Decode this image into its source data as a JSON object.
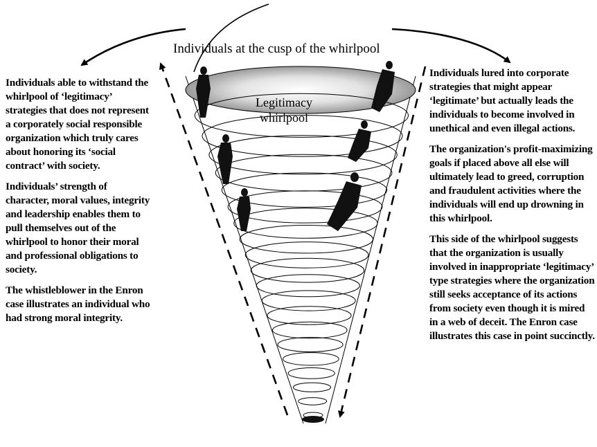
{
  "title": "Individuals at the cusp of the whirlpool",
  "whirlpool_label": [
    "Legitimacy",
    "whirlpool"
  ],
  "left_column": [
    "Individuals able to withstand the whirlpool of ‘legitimacy’ strategies that does not represent a corporately social responsible organization which truly cares about honoring its ‘social contract’ with society.",
    "Individuals’ strength of character, moral values, integrity and leadership enables them to pull themselves out of the whirlpool to honor their moral and professional obligations to society.",
    "The whistleblower in the Enron case illustrates an individual who had strong moral integrity."
  ],
  "right_column": [
    "Individuals lured into corporate strategies that might appear ‘legitimate’ but actually leads the individuals to become involved in unethical and even illegal actions.",
    "The organization's profit-maximizing goals if placed above all else will ultimately lead to greed, corruption and fraudulent activities where the individuals will end up drowning in this whirlpool.",
    "This side of the whirlpool suggests that the organization is usually involved in inappropriate ‘legitimacy’ type strategies where the organization still seeks acceptance of its actions from society even though it is mired in a web of deceit. The Enron case illustrates this case in point succinctly."
  ],
  "colors": {
    "ink": "#000000",
    "background": "#ffffff",
    "shade": "#9a9a9a"
  }
}
